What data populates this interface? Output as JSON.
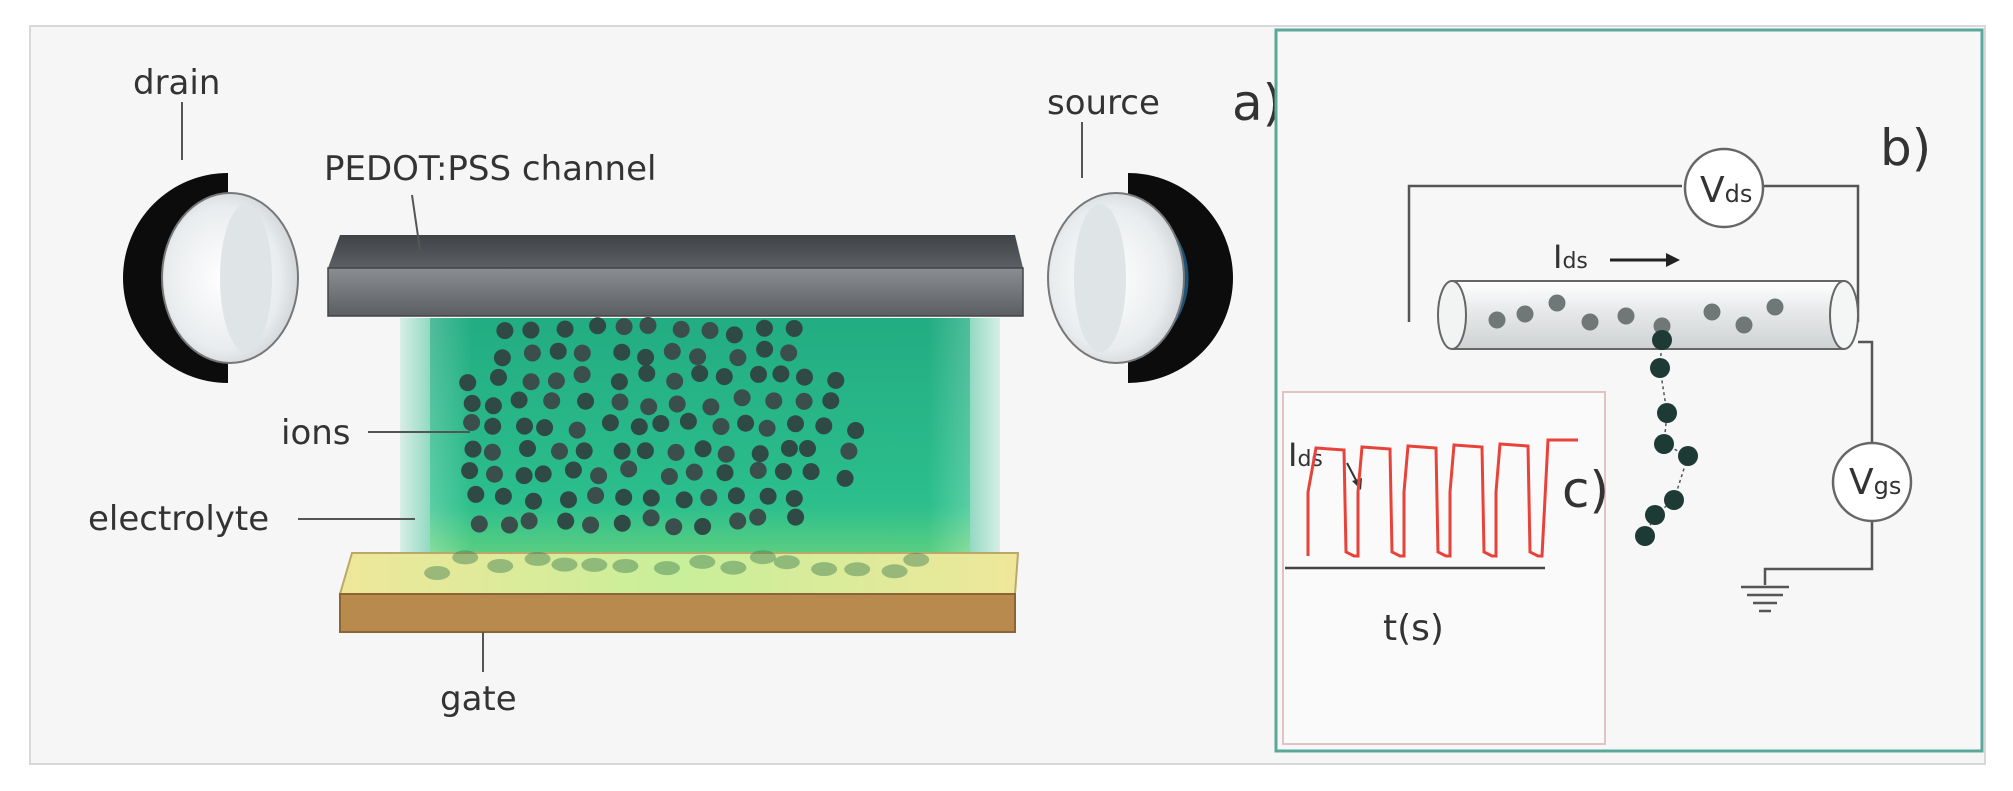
{
  "panel_a": {
    "letter": "a)",
    "drain": "drain",
    "source": "source",
    "channel": "PEDOT:PSS channel",
    "ions": "ions",
    "electrolyte": "electrolyte",
    "gate": "gate"
  },
  "panel_b": {
    "letter": "b)",
    "vds_main": "V",
    "vds_sub": "ds",
    "ids_main": "I",
    "ids_sub": "ds",
    "vgs_main": "V",
    "vgs_sub": "gs"
  },
  "panel_c": {
    "letter": "c)",
    "ids_main": "I",
    "ids_sub": "ds",
    "xlabel": "t(s)"
  },
  "colors": {
    "channel": "#6b6e72",
    "electrolyte": "#2bbf8c",
    "gate_top": "#f1eaa0",
    "gate_front": "#b98a4e",
    "ion": "#2f4a45",
    "panel_border": "#5aa89a",
    "signal": "#e8433a"
  }
}
